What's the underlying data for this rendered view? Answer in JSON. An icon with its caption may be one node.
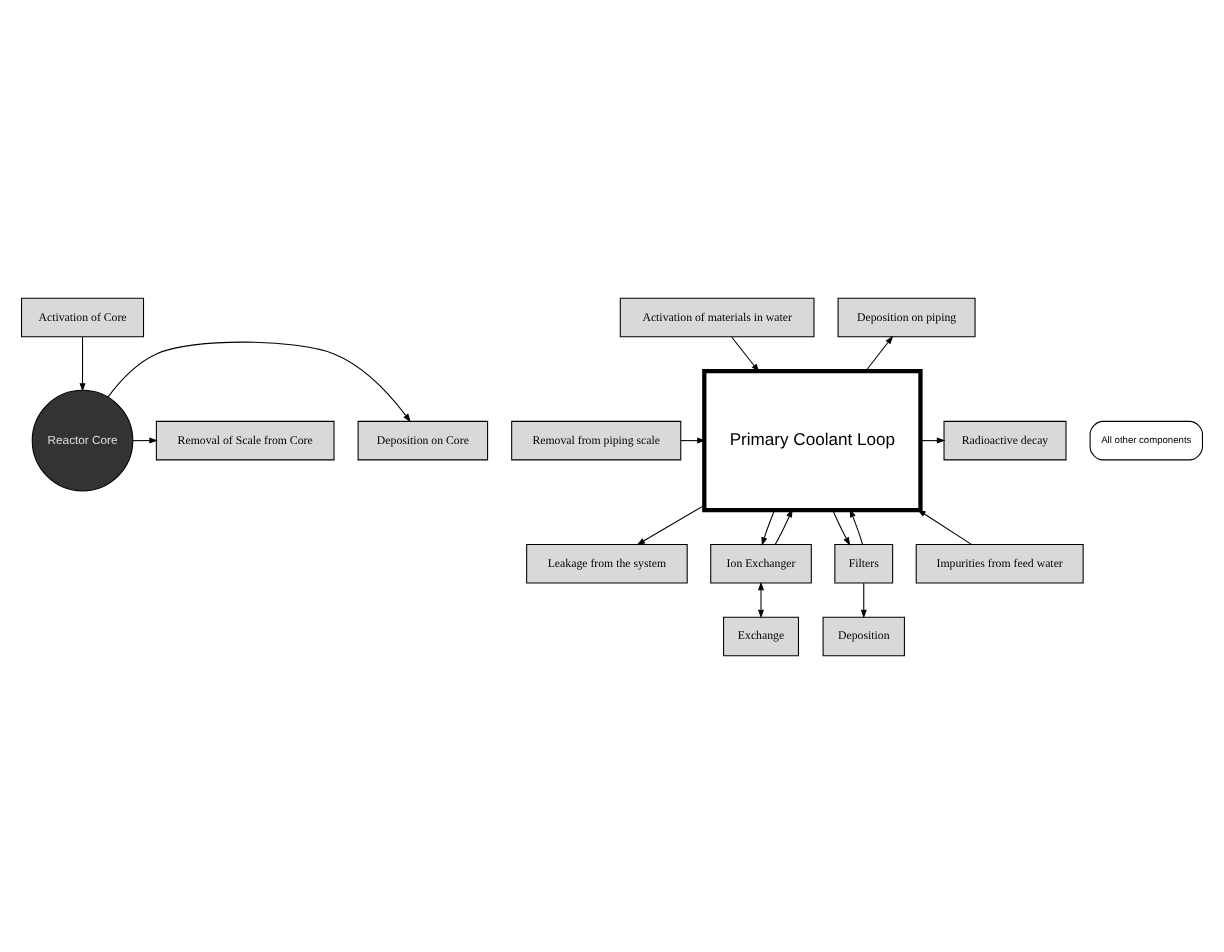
{
  "diagram": {
    "nodes": [
      {
        "text": [
          "Activation of Core"
        ]
      },
      {
        "text": [
          "Reactor Core"
        ]
      },
      {
        "text": [
          "Deposition on Core"
        ]
      },
      {
        "text": [
          "Removal of Scale from Core"
        ]
      },
      {
        "text": [
          "Activation of materials in water"
        ]
      },
      {
        "text": [
          "Primary Coolant Loop"
        ]
      },
      {
        "text": [
          "All other components"
        ]
      },
      {
        "text": [
          "Deposition on piping"
        ]
      },
      {
        "text": [
          "Radioactive decay"
        ]
      },
      {
        "text": [
          "Removal from piping scale"
        ]
      },
      {
        "text": [
          "Leakage from the system"
        ]
      },
      {
        "text": [
          "Impurities from feed water"
        ]
      },
      {
        "text": [
          "Ion Exchanger"
        ]
      },
      {
        "text": [
          "Filters"
        ]
      },
      {
        "text": [
          "Exchange"
        ]
      },
      {
        "text": [
          "Deposition"
        ]
      }
    ],
    "edges": [
      {
        "from": 0,
        "to": 1,
        "arrow": "to"
      },
      {
        "from": 1,
        "to": 2,
        "arrow": "to"
      },
      {
        "from": 1,
        "to": 3,
        "arrow": "to"
      },
      {
        "from": 4,
        "to": 5,
        "arrow": "to"
      },
      {
        "from": 5,
        "to": 8,
        "arrow": "to"
      },
      {
        "from": 5,
        "to": 10,
        "arrow": "to"
      },
      {
        "from": 5,
        "to": 7,
        "arrow": "to"
      },
      {
        "from": 9,
        "to": 5,
        "arrow": "to"
      },
      {
        "from": 11,
        "to": 5,
        "arrow": "to"
      },
      {
        "from": 5,
        "to": 12,
        "arrow": "to"
      },
      {
        "from": 12,
        "to": 5,
        "arrow": "to"
      },
      {
        "from": 5,
        "to": 13,
        "arrow": "to"
      },
      {
        "from": 13,
        "to": 5,
        "arrow": "to"
      },
      {
        "from": 12,
        "to": 14,
        "arrow": "both"
      },
      {
        "from": 13,
        "to": 15,
        "arrow": "to"
      }
    ]
  }
}
